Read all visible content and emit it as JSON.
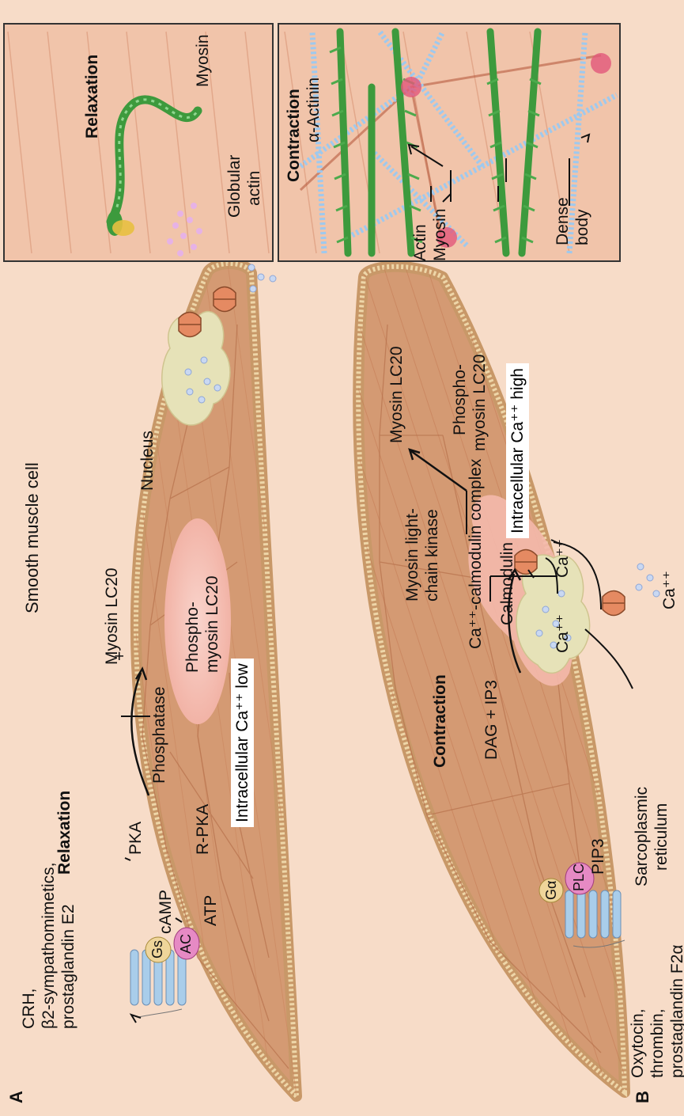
{
  "title": "Smooth muscle cell",
  "panel_a": {
    "letter": "A",
    "agonists": [
      "CRH,",
      "β2-sympathomimetics,",
      "prostaglandin E2"
    ],
    "heading": "Relaxation",
    "receptor_protein": "Gs",
    "enzyme": "AC",
    "second_messenger": "cAMP",
    "substrate": "ATP",
    "kinase": "PKA",
    "inactive_kinase": "R-PKA",
    "phosphatase": "Phosphatase",
    "plus_sign": "+",
    "myosin": "Myosin LC20",
    "phospho_myosin": [
      "Phospho-",
      "myosin LC20"
    ],
    "nucleus": "Nucleus",
    "calcium_status": "Intracellular Ca⁺⁺ low"
  },
  "panel_b": {
    "letter": "B",
    "agonists": [
      "Oxytocin,",
      "thrombin,",
      "prostaglandin F2α"
    ],
    "heading": "Contraction",
    "g_protein": "Gα",
    "enzyme": "PLC",
    "lipid": "PIP3",
    "messengers": "DAG + IP3",
    "sr_calcium": "Ca⁺⁺",
    "sarcoplasmic_reticulum": [
      "Sarcoplasmic",
      "reticulum"
    ],
    "calmodulin": "Calmodulin",
    "calcium": "Ca⁺⁺",
    "complex": "Ca⁺⁺-calmodulin complex",
    "kinase": [
      "Myosin light-",
      "chain kinase"
    ],
    "myosin": "Myosin LC20",
    "phospho_myosin": [
      "Phospho-",
      "myosin LC20"
    ],
    "extracellular_calcium": "Ca⁺⁺",
    "calcium_status": "Intracellular Ca⁺⁺ high"
  },
  "inset_relaxation": {
    "heading": "Relaxation",
    "myosin": "Myosin",
    "globular_actin": [
      "Globular",
      "actin"
    ]
  },
  "inset_contraction": {
    "heading": "Contraction",
    "alpha_actinin": "α-Actinin",
    "actin": "Actin",
    "myosin": "Myosin",
    "dense_body": [
      "Dense",
      "body"
    ]
  }
}
